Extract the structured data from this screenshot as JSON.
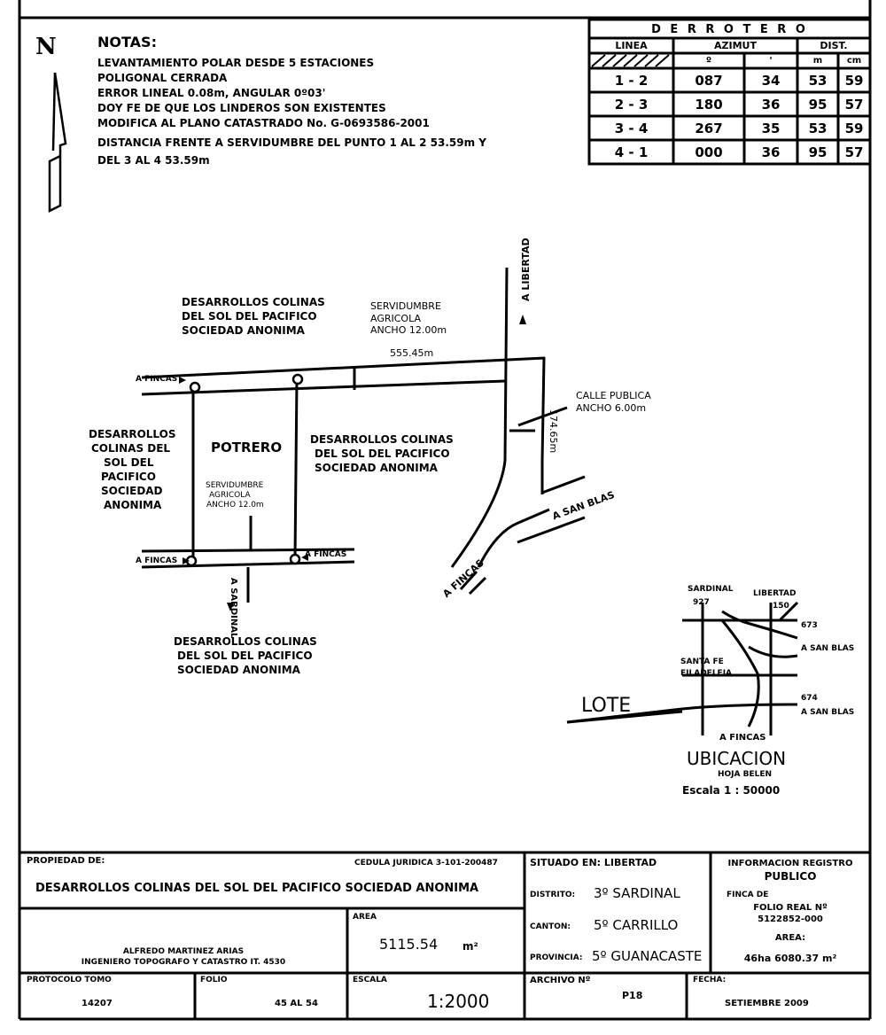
{
  "north_letter": "N",
  "notes": {
    "title": "NOTAS:",
    "lines": [
      "LEVANTAMIENTO POLAR DESDE 5 ESTACIONES",
      "POLIGONAL CERRADA",
      "ERROR LINEAL 0.08m, ANGULAR 0º03'",
      "DOY FE DE QUE LOS LINDEROS SON EXISTENTES",
      "MODIFICA AL PLANO CATASTRADO No. G-0693586-2001",
      "DISTANCIA FRENTE A SERVIDUMBRE DEL PUNTO 1 AL 2   53.59m Y",
      "DEL 3 AL 4  53.59m"
    ]
  },
  "derrotero": {
    "title": "D E R R O T E R O",
    "col_linea": "LINEA",
    "col_azimut": "AZIMUT",
    "col_dist": "DIST.",
    "sub_deg": "º",
    "sub_min": "'",
    "sub_m": "m",
    "sub_cm": "cm",
    "rows": [
      {
        "linea": "1 - 2",
        "deg": "087",
        "min": "34",
        "m": "53",
        "cm": "59"
      },
      {
        "linea": "2 - 3",
        "deg": "180",
        "min": "36",
        "m": "95",
        "cm": "57"
      },
      {
        "linea": "3 - 4",
        "deg": "267",
        "min": "35",
        "m": "53",
        "cm": "59"
      },
      {
        "linea": "4 - 1",
        "deg": "000",
        "min": "36",
        "m": "95",
        "cm": "57"
      }
    ]
  },
  "plan": {
    "top_owner": [
      "DESARROLLOS COLINAS",
      "DEL SOL DEL PACIFICO",
      "SOCIEDAD ANONIMA"
    ],
    "servidumbre_top": [
      "SERVIDUMBRE",
      "AGRICOLA",
      "ANCHO 12.00m"
    ],
    "dist_top": "555.45m",
    "a_fincas_1": "A FINCAS",
    "a_fincas_2": "A FINCAS",
    "a_fincas_3": "A FINCAS",
    "a_fincas_road": "A FINCAS",
    "a_libertad": "A LIBERTAD",
    "a_sardinal": "A SARDINAL",
    "calle_publica": [
      "CALLE PUBLICA",
      "ANCHO 6.00m"
    ],
    "dist_calle": "174.65m",
    "a_san_blas": "A SAN BLAS",
    "left_owner": [
      "DESARROLLOS",
      "COLINAS DEL",
      "SOL DEL",
      "PACIFICO",
      "SOCIEDAD",
      "ANONIMA"
    ],
    "potrero": "POTRERO",
    "right_owner": [
      "DESARROLLOS COLINAS",
      "DEL SOL DEL PACIFICO",
      "SOCIEDAD ANONIMA"
    ],
    "servidumbre_mid": [
      "SERVIDUMBRE",
      "AGRICOLA",
      "ANCHO 12.0m"
    ],
    "bottom_owner": [
      "DESARROLLOS COLINAS",
      "DEL SOL DEL PACIFICO",
      "SOCIEDAD ANONIMA"
    ]
  },
  "location": {
    "sardinal": "SARDINAL",
    "sardinal_code": "927",
    "libertad": "LIBERTAD",
    "libertad_code": "150",
    "code_673": "673",
    "a_san_blas_1": "A SAN BLAS",
    "santa_fe": "SANTA FE",
    "filadelfia": "FILADELFIA",
    "code_674": "674",
    "a_san_blas_2": "A SAN BLAS",
    "lote": "LOTE",
    "a_fincas": "A FINCAS",
    "title": "UBICACION",
    "hoja": "HOJA BELEN",
    "escala": "Escala  1 : 50000"
  },
  "titleblock": {
    "propiedad_label": "PROPIEDAD DE:",
    "cedula": "CEDULA JURIDICA 3-101-200487",
    "owner": "DESARROLLOS COLINAS DEL SOL DEL PACIFICO SOCIEDAD ANONIMA",
    "situado": "SITUADO EN: LIBERTAD",
    "distrito_label": "DISTRITO:",
    "distrito": "3º SARDINAL",
    "canton_label": "CANTON:",
    "canton": "5º CARRILLO",
    "provincia_label": "PROVINCIA:",
    "provincia": "5º GUANACASTE",
    "info_title": [
      "INFORMACION REGISTRO",
      "PUBLICO"
    ],
    "info_finca": [
      "FINCA DE",
      "FOLIO REAL Nº",
      "5122852-000"
    ],
    "info_area_label": "AREA:",
    "info_area": "46ha 6080.37 m²",
    "area_label": "AREA",
    "area_value": "5115.54",
    "area_unit": "m²",
    "signer": [
      "ALFREDO MARTINEZ ARIAS",
      "INGENIERO TOPOGRAFO Y CATASTRO IT. 4530"
    ],
    "protocolo_label": "PROTOCOLO TOMO",
    "protocolo": "14207",
    "folio_label": "FOLIO",
    "folio": "45 AL 54",
    "escala_label": "ESCALA",
    "escala": "1:2000",
    "archivo_label": "ARCHIVO Nº",
    "archivo": "P18",
    "fecha_label": "FECHA:",
    "fecha": "SETIEMBRE 2009"
  }
}
